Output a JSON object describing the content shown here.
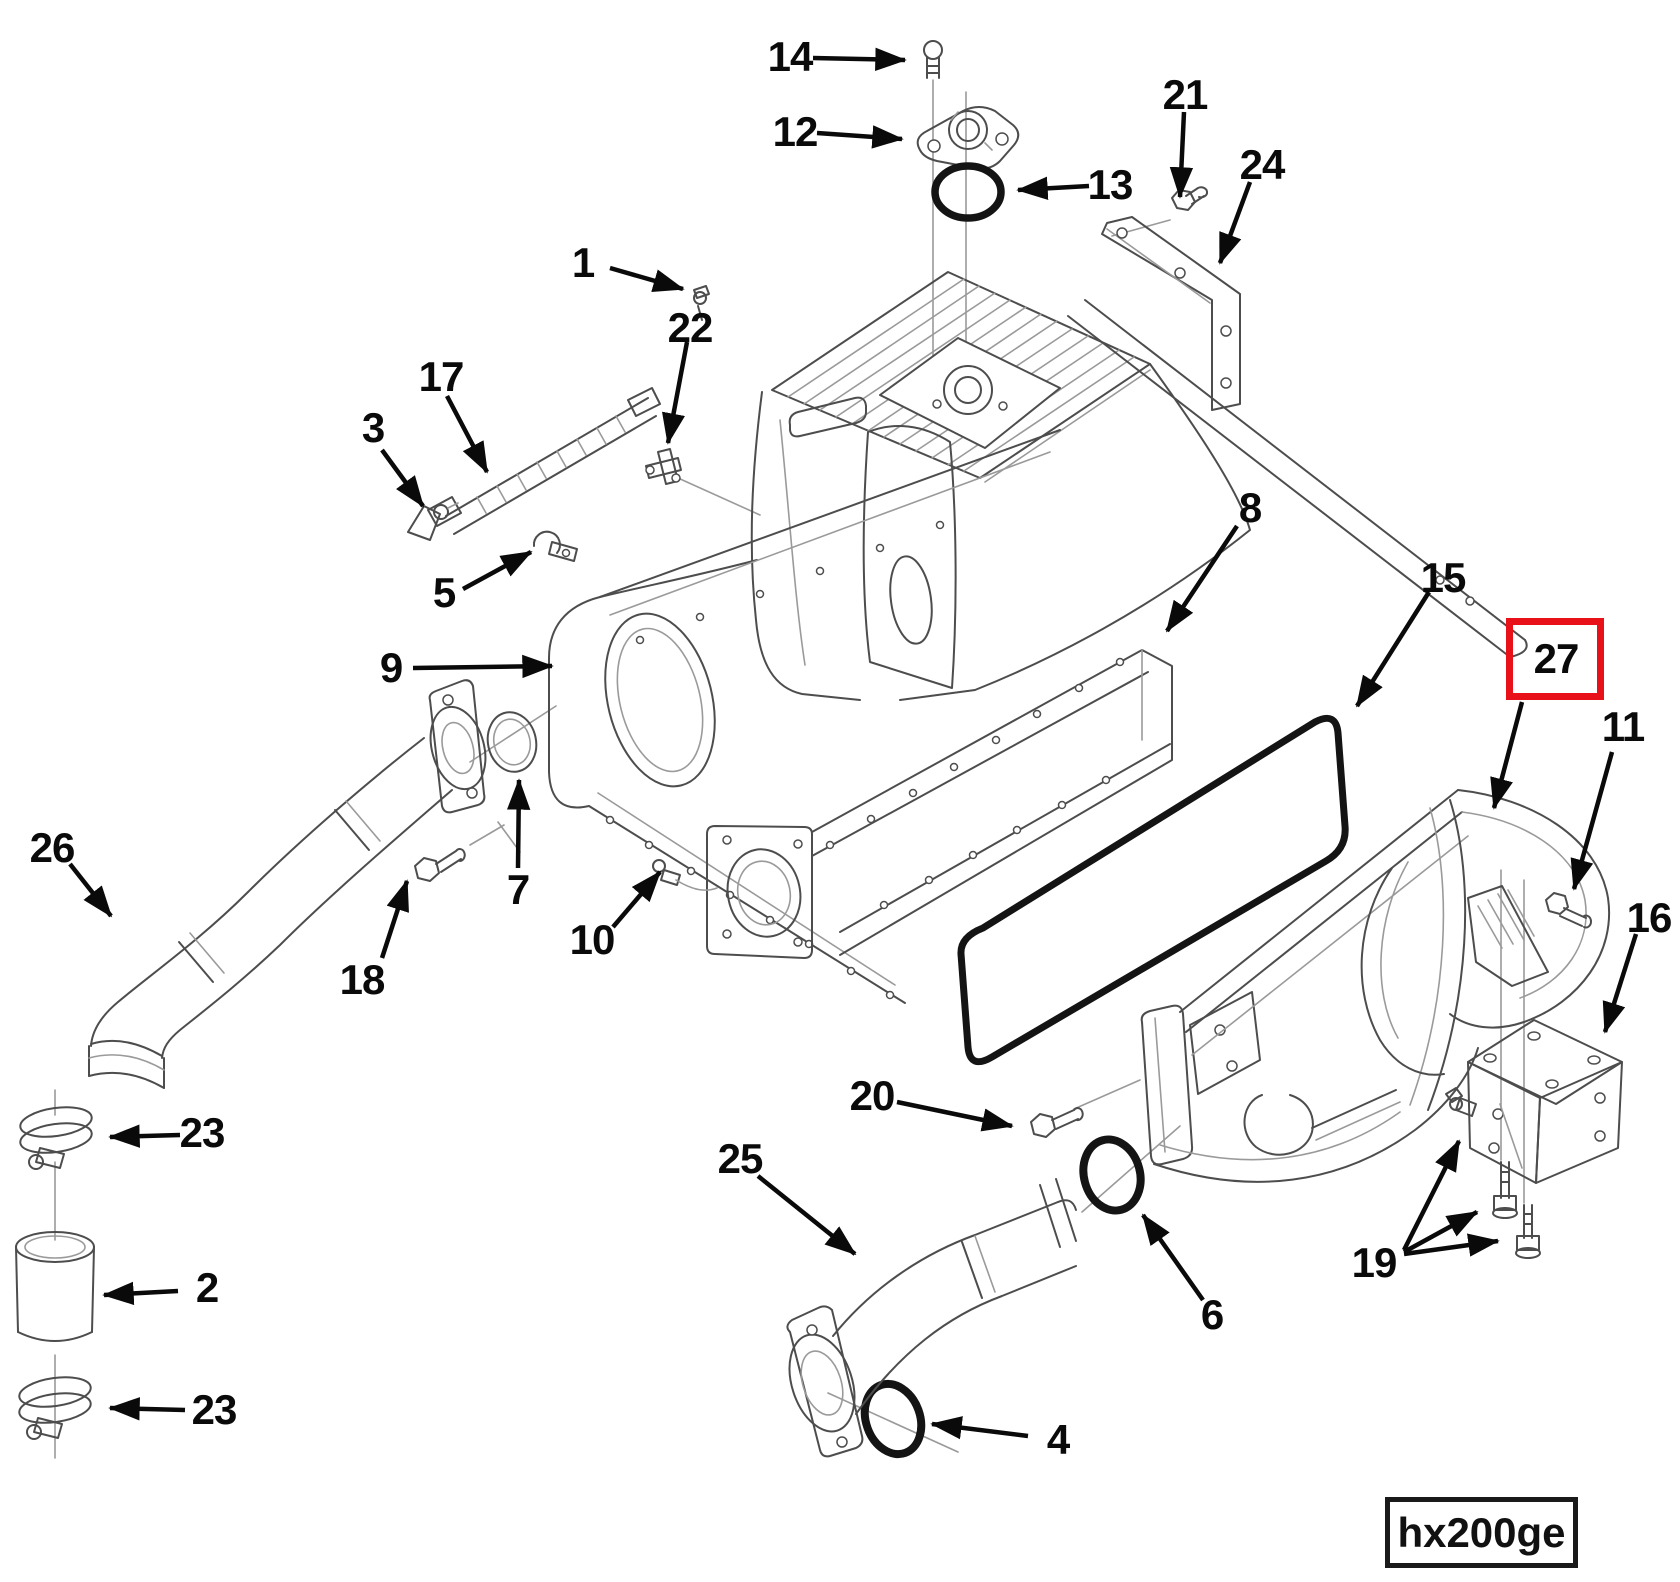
{
  "figure": {
    "code_label": "hx200ge"
  },
  "highlight": {
    "part": "27",
    "color": "#e8111a"
  },
  "callouts": {
    "c1": "1",
    "c2": "2",
    "c3": "3",
    "c4": "4",
    "c5": "5",
    "c6": "6",
    "c7": "7",
    "c8": "8",
    "c9": "9",
    "c10": "10",
    "c11": "11",
    "c12": "12",
    "c13": "13",
    "c14": "14",
    "c15": "15",
    "c16": "16",
    "c17": "17",
    "c18": "18",
    "c19": "19",
    "c20": "20",
    "c21": "21",
    "c22": "22",
    "c23a": "23",
    "c23b": "23",
    "c24": "24",
    "c25": "25",
    "c26": "26",
    "c27": "27"
  }
}
